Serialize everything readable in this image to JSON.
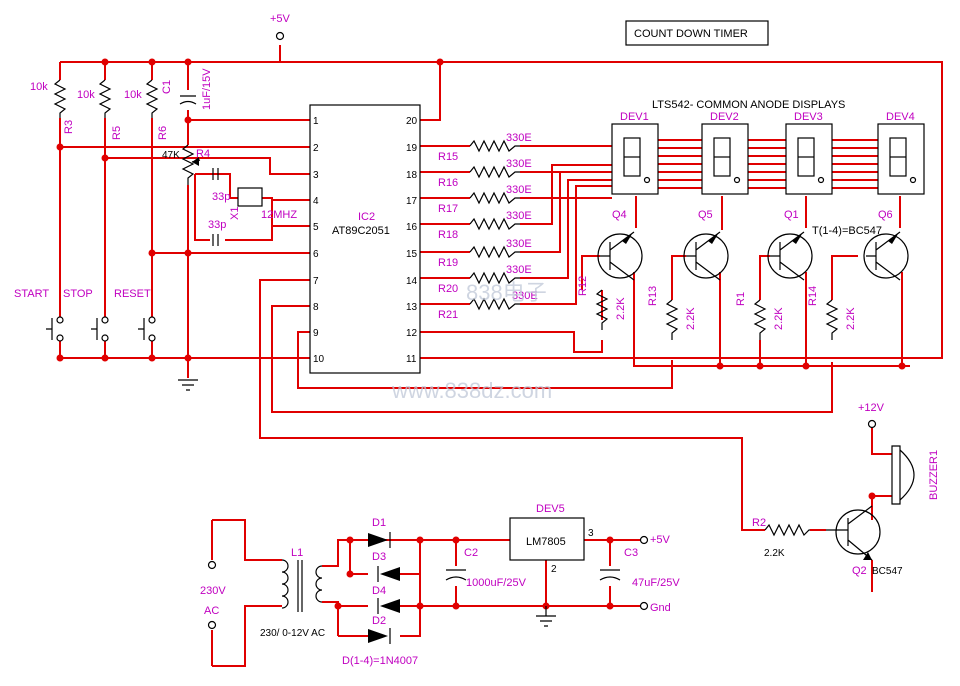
{
  "title": "COUNT DOWN TIMER",
  "display_heading": "LTS542- COMMON ANODE DISPLAYS",
  "transistor_note": "T(1-4)=BC547",
  "supply": {
    "vcc": "+5V",
    "v12": "+12V",
    "gnd": "Gnd"
  },
  "ic": {
    "ref": "IC2",
    "part": "AT89C2051",
    "left_pins": [
      "1",
      "2",
      "3",
      "4",
      "5",
      "6",
      "7",
      "8",
      "9",
      "10"
    ],
    "right_pins": [
      "20",
      "19",
      "18",
      "17",
      "16",
      "15",
      "14",
      "13",
      "12",
      "11"
    ]
  },
  "crystal": {
    "freq": "12MHZ",
    "cap1": "33p",
    "cap2": "33p",
    "ref": "X1"
  },
  "reset_cap": {
    "ref": "C1",
    "value": "1uF/15V"
  },
  "pullups": [
    {
      "ref": "R3",
      "value": "10k"
    },
    {
      "ref": "R5",
      "value": "10k"
    },
    {
      "ref": "R6",
      "value": "10k"
    }
  ],
  "pot": {
    "ref": "R4",
    "value": "47K"
  },
  "switches": [
    "START",
    "STOP",
    "RESET"
  ],
  "segment_resistors": [
    {
      "ref": "R15",
      "value": "330E"
    },
    {
      "ref": "R16",
      "value": "330E"
    },
    {
      "ref": "R17",
      "value": "330E"
    },
    {
      "ref": "R18",
      "value": "330E"
    },
    {
      "ref": "R19",
      "value": "330E"
    },
    {
      "ref": "R20",
      "value": "330E"
    },
    {
      "ref": "R21",
      "value": "330E"
    }
  ],
  "displays": [
    "DEV1",
    "DEV2",
    "DEV3",
    "DEV4"
  ],
  "drivers": [
    {
      "q": "Q4",
      "r": "R12",
      "rv": "2.2K"
    },
    {
      "q": "Q5",
      "r": "R13",
      "rv": "2.2K"
    },
    {
      "q": "Q1",
      "r": "R1",
      "rv": "2.2K"
    },
    {
      "q": "Q6",
      "r": "R14",
      "rv": "2.2K"
    }
  ],
  "buzzer": {
    "ref": "BUZZER1",
    "q": "Q2",
    "q_part": "BC547",
    "r": "R2",
    "rv": "2.2K"
  },
  "power": {
    "ac_top": "230V",
    "ac_bottom": "AC",
    "transformer": "L1",
    "transformer_label": "230/ 0-12V AC",
    "diodes": [
      "D1",
      "D2",
      "D3",
      "D4"
    ],
    "diode_note": "D(1-4)=1N4007",
    "c2": {
      "ref": "C2",
      "value": "1000uF/25V"
    },
    "regulator": {
      "ref": "DEV5",
      "part": "LM7805",
      "pin2": "2",
      "pin3": "3"
    },
    "c3": {
      "ref": "C3",
      "value": "47uF/25V"
    }
  },
  "watermarks": [
    "838电子",
    "www.838dz.com"
  ]
}
